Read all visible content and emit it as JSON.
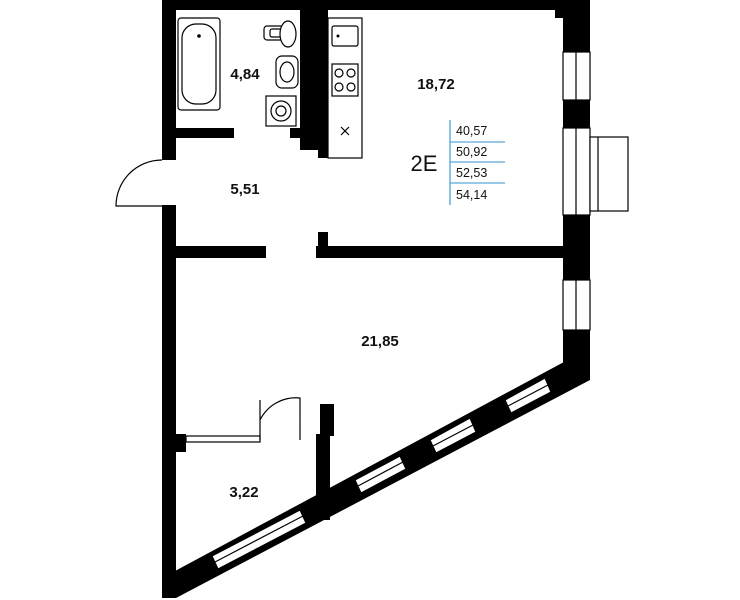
{
  "plan": {
    "apartment_type": "2E",
    "areas": {
      "bathroom": "4,84",
      "kitchen_living": "18,72",
      "hallway": "5,51",
      "bedroom": "21,85",
      "loggia": "3,22"
    },
    "summary_values": [
      "40,57",
      "50,92",
      "52,53",
      "54,14"
    ],
    "colors": {
      "wall": "#000000",
      "accent_line": "#5aa9d6",
      "background": "#ffffff"
    }
  }
}
